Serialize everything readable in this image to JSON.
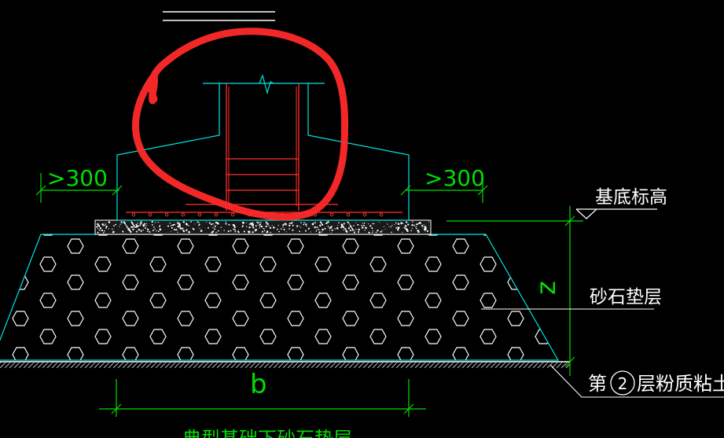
{
  "dimensions": {
    "left_offset": ">300",
    "right_offset": ">300",
    "width_symbol": "b",
    "depth_symbol": "z"
  },
  "labels": {
    "foundation_elevation": "基底标高",
    "gravel_cushion": "砂石垫层",
    "soil_prefix": "第",
    "soil_layer_number": "2",
    "soil_suffix": "层粉质粘土"
  },
  "caption": "典型基础下砂石垫层",
  "colors": {
    "background": "#000000",
    "outline": "#00e5e5",
    "dimension": "#00dd00",
    "label": "#ffffff",
    "rebar": "#ff3030",
    "highlight": "#ff2a2a"
  }
}
